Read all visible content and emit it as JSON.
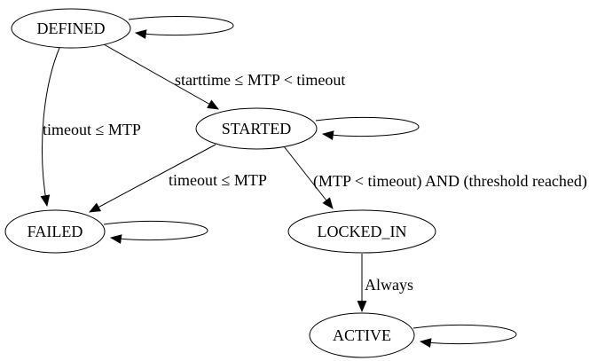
{
  "diagram": {
    "type": "state-machine",
    "background_color": "#ffffff",
    "stroke_color": "#000000",
    "text_color": "#000000",
    "nodes": [
      {
        "id": "DEFINED",
        "label": "DEFINED",
        "self_loop": true
      },
      {
        "id": "STARTED",
        "label": "STARTED",
        "self_loop": true
      },
      {
        "id": "FAILED",
        "label": "FAILED",
        "self_loop": true
      },
      {
        "id": "LOCKED_IN",
        "label": "LOCKED_IN",
        "self_loop": false
      },
      {
        "id": "ACTIVE",
        "label": "ACTIVE",
        "self_loop": true
      }
    ],
    "edges": [
      {
        "from": "DEFINED",
        "to": "STARTED",
        "label": "starttime ≤ MTP < timeout"
      },
      {
        "from": "DEFINED",
        "to": "FAILED",
        "label": "timeout ≤ MTP"
      },
      {
        "from": "STARTED",
        "to": "FAILED",
        "label": "timeout ≤ MTP"
      },
      {
        "from": "STARTED",
        "to": "LOCKED_IN",
        "label": "(MTP < timeout) AND (threshold reached)"
      },
      {
        "from": "LOCKED_IN",
        "to": "ACTIVE",
        "label": "Always"
      },
      {
        "from": "DEFINED",
        "to": "DEFINED",
        "label": ""
      },
      {
        "from": "STARTED",
        "to": "STARTED",
        "label": ""
      },
      {
        "from": "FAILED",
        "to": "FAILED",
        "label": ""
      },
      {
        "from": "ACTIVE",
        "to": "ACTIVE",
        "label": ""
      }
    ]
  }
}
